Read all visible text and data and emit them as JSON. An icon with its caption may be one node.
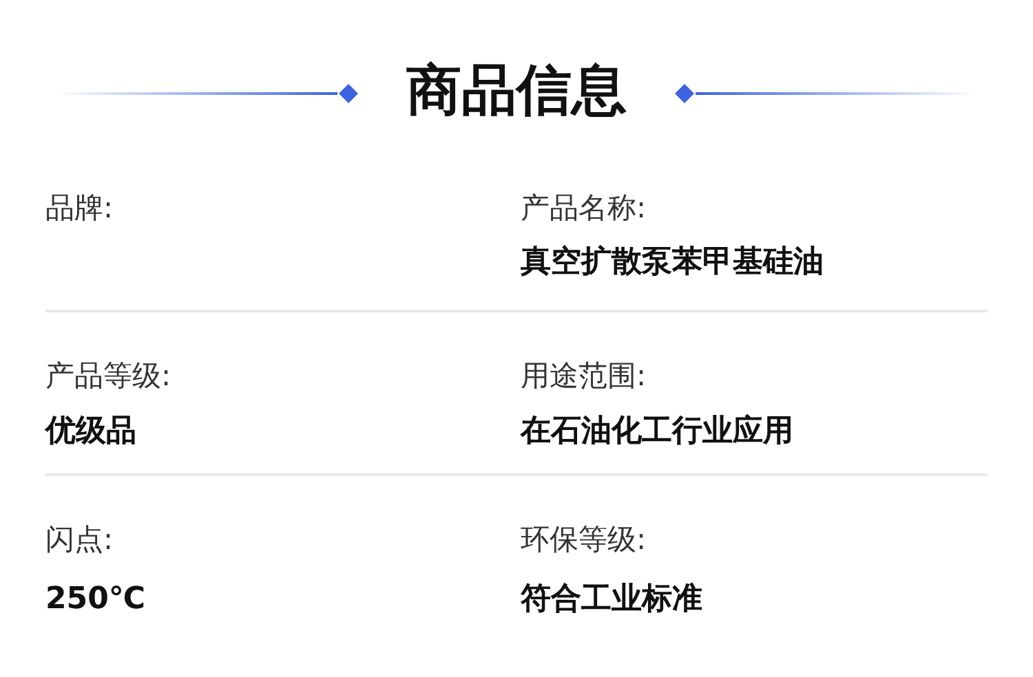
{
  "diagram": {
    "title": "商品信息",
    "labels": [
      "品牌:",
      "产品名称:",
      "真空扩散泵苯甲基硅油",
      "产品等级:",
      "用途范围:",
      "优级品",
      "在石油化工行业应用",
      "闪点:",
      "环保等级:",
      "250℃",
      "符合工业标准"
    ]
  }
}
